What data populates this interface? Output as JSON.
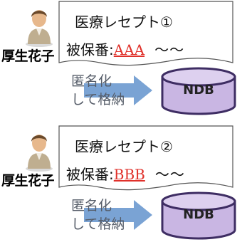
{
  "panels": [
    {
      "person_name": "厚生花子",
      "doc_title": "医療レセプト①",
      "id_label": "被保番:",
      "id_value": "AAA",
      "tilde": "～～",
      "action_line1": "匿名化",
      "action_line2": "して格納",
      "db_label": "NDB"
    },
    {
      "person_name": "厚生花子",
      "doc_title": "医療レセプト②",
      "id_label": "被保番:",
      "id_value": "BBB",
      "tilde": "～～",
      "action_line1": "匿名化",
      "action_line2": "して格納",
      "db_label": "NDB"
    }
  ],
  "colors": {
    "id_value": "#e0312b",
    "arrow": "#7aa3d4",
    "db_fill": "#c9b6e3",
    "db_stroke": "#3e2d63"
  },
  "icons": {
    "person": "person-icon",
    "database": "database-icon"
  }
}
